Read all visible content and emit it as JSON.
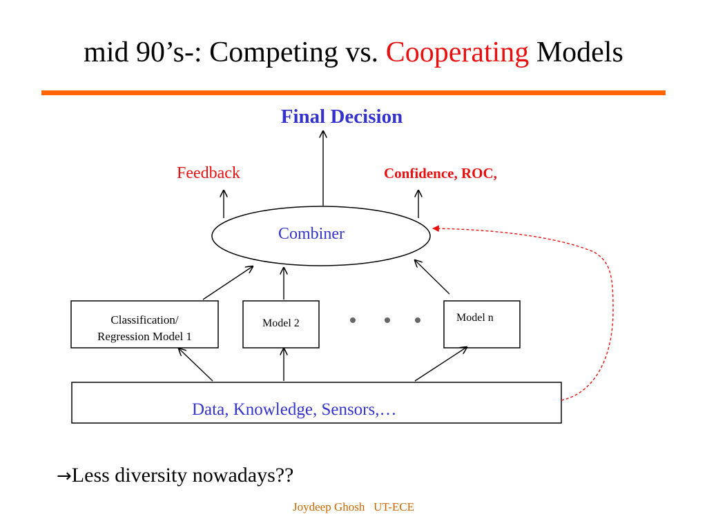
{
  "slide": {
    "title_part1": "mid 90’s-: Competing vs. ",
    "title_highlight": "Cooperating",
    "title_part2": " Models",
    "colors": {
      "accent_rule": "#ff6600",
      "highlight_red": "#e8100f",
      "diagram_blue": "#3333cc",
      "footer_orange": "#cc6600"
    }
  },
  "diagram": {
    "final_decision": "Final Decision",
    "feedback": "Feedback",
    "confidence": "Confidence, ROC,",
    "combiner": "Combiner",
    "model1_line1": "Classification/",
    "model1_line2": "Regression Model 1",
    "model2": "Model 2",
    "model_n": "Model n",
    "data": "Data, Knowledge, Sensors,…"
  },
  "bullet": {
    "arrow_glyph": "→",
    "text": "Less diversity nowadays??"
  },
  "footer": {
    "author": "Joydeep Ghosh",
    "affiliation": "UT-ECE"
  }
}
